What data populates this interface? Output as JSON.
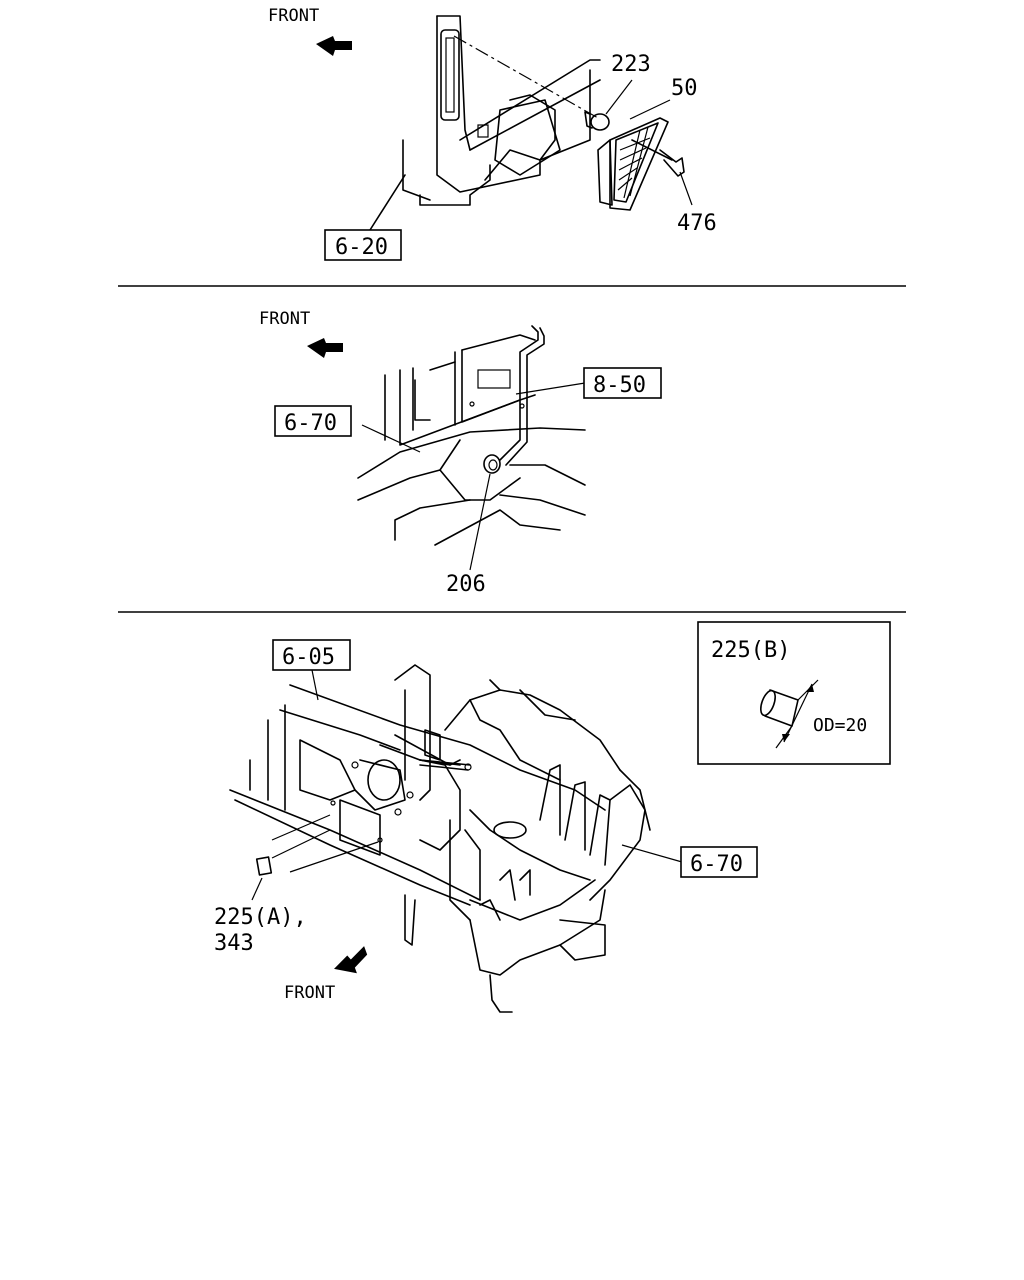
{
  "front_labels": [
    "FRONT",
    "FRONT",
    "FRONT"
  ],
  "panel_top": {
    "ref_box": "6-20",
    "callouts": [
      "223",
      "50",
      "476"
    ]
  },
  "panel_middle": {
    "ref_box_left": "6-70",
    "ref_box_right": "8-50",
    "callout": "206"
  },
  "panel_bottom": {
    "ref_box_top": "6-05",
    "ref_box_right": "6-70",
    "callout_line1": "225(A),",
    "callout_line2": "343",
    "detail": {
      "part": "225(B)",
      "dimension": "OD=20"
    }
  }
}
